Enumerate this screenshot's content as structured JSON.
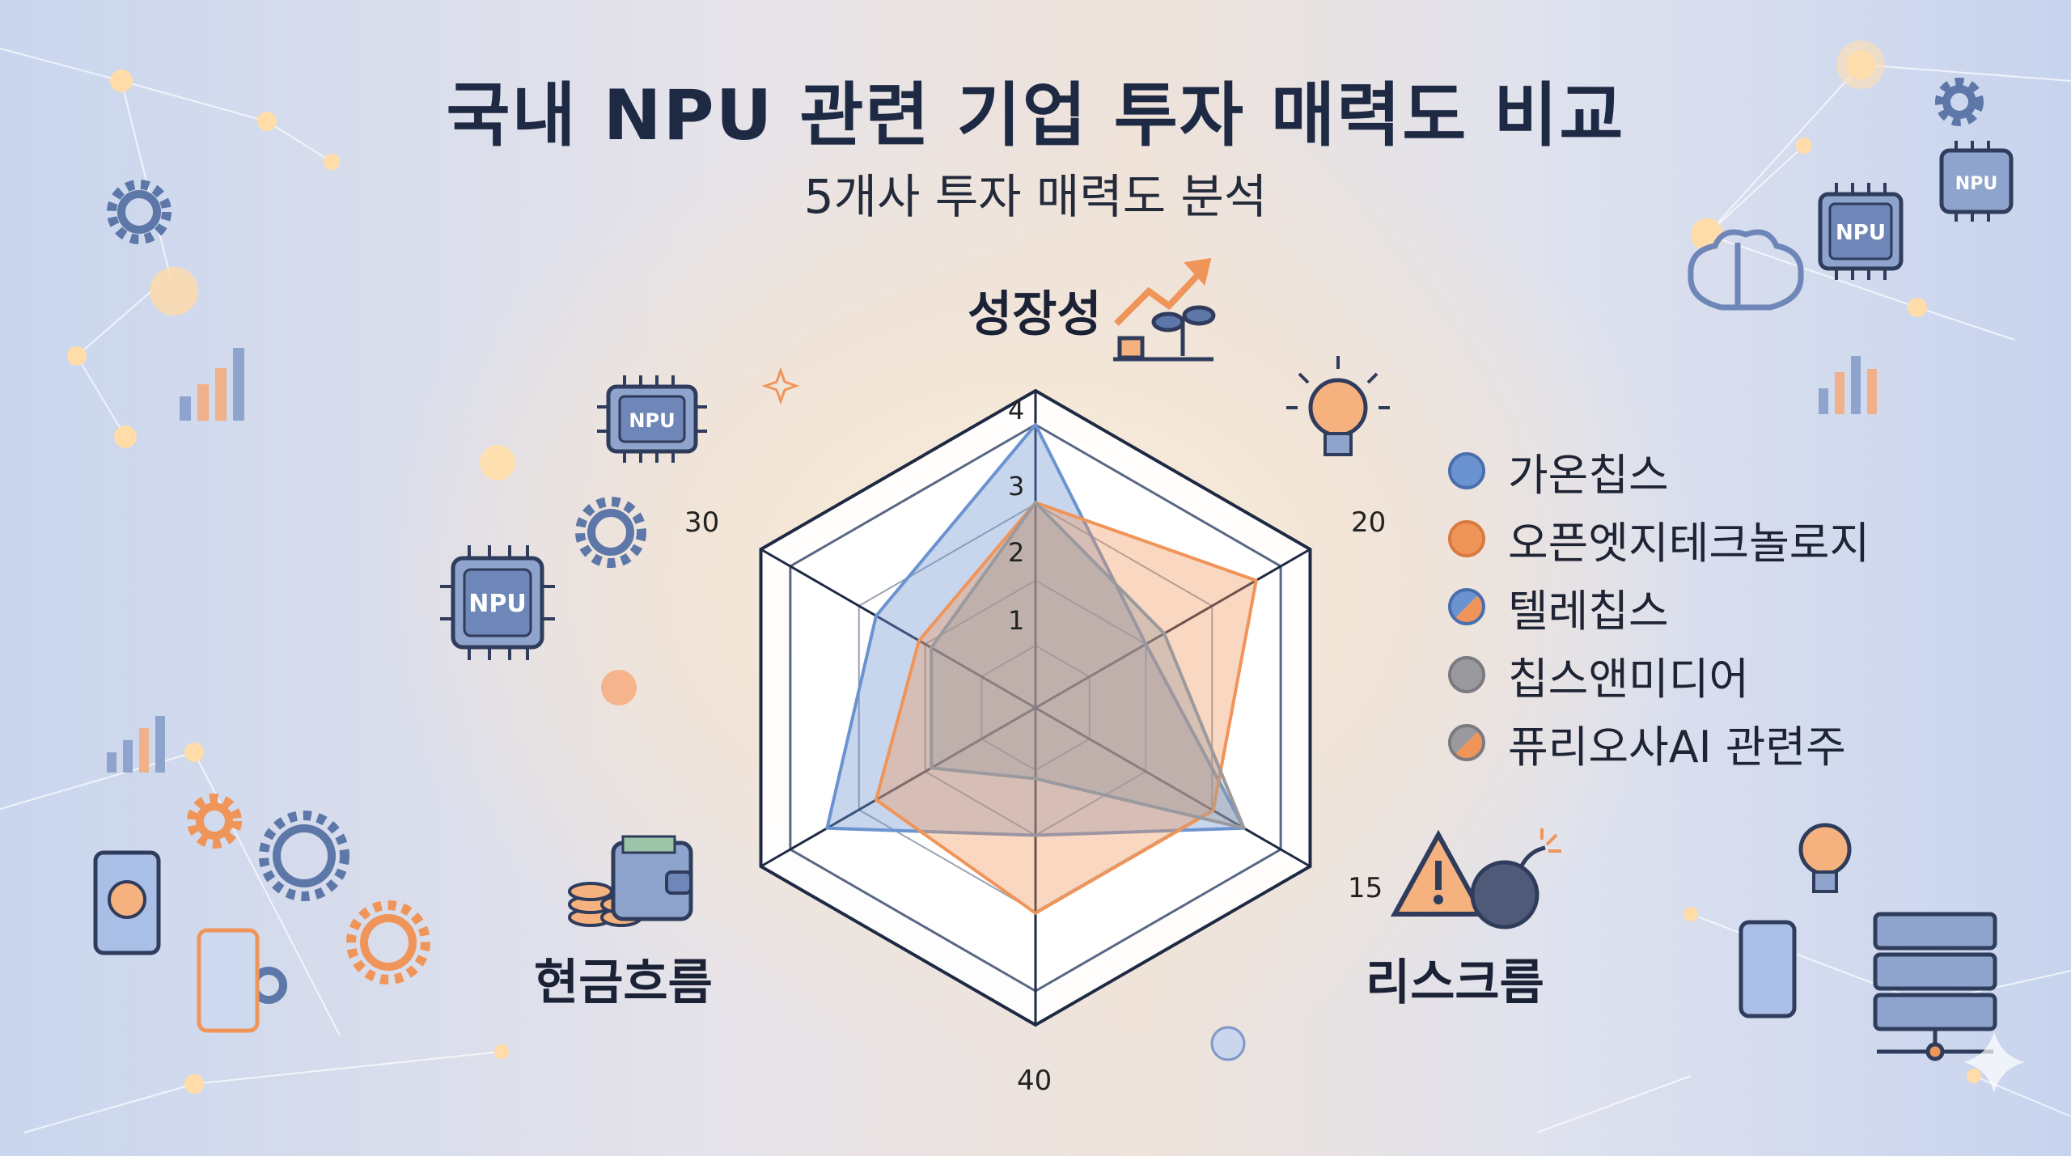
{
  "title": "국내 NPU 관련 기업 투자 매력도 비교",
  "subtitle": "5개사 투자 매력도 분석",
  "legend": [
    {
      "name": "가온칩스",
      "color": "#6b93d0"
    },
    {
      "name": "오픈엣지테크놀로지",
      "color": "#f0955a"
    },
    {
      "name": "텔레칩스",
      "color": "#6b93d0",
      "color2": "#f0955a"
    },
    {
      "name": "칩스앤미디어",
      "color": "#9a9a9e"
    },
    {
      "name": "퓨리오사AI 관련주",
      "color": "#9a9a9e",
      "color2": "#f0955a"
    }
  ],
  "icons": [
    "npu-chip-icon",
    "gear-icon",
    "bar-chart-icon",
    "brain-icon",
    "lightbulb-icon",
    "bomb-icon",
    "warning-icon",
    "coins-icon",
    "wallet-icon",
    "growth-plant-icon",
    "server-icon",
    "smartphone-icon",
    "sparkle-icon"
  ],
  "chart_data": {
    "type": "radar",
    "axes": [
      {
        "label": "성장성"
      },
      {
        "label": ""
      },
      {
        "label": "리스크름"
      },
      {
        "label": ""
      },
      {
        "label": "현금흐름"
      },
      {
        "label": ""
      }
    ],
    "ring_ticks": [
      "1",
      "2",
      "3",
      "4"
    ],
    "scale_labels": {
      "upper_right": "20",
      "lower_right": "15",
      "bottom": "40",
      "upper_left": "30"
    },
    "rmax": 4,
    "series": [
      {
        "name": "가온칩스",
        "color": "#6b93d0",
        "values": [
          4.0,
          1.8,
          3.4,
          1.8,
          3.4,
          2.6
        ]
      },
      {
        "name": "오픈엣지테크놀로지",
        "color": "#f0955a",
        "values": [
          2.9,
          3.6,
          2.9,
          2.9,
          2.6,
          1.9
        ]
      },
      {
        "name": "칩스앤미디어",
        "color": "#9a9a9e",
        "values": [
          2.9,
          2.1,
          3.4,
          1.0,
          1.7,
          1.7
        ]
      }
    ]
  }
}
